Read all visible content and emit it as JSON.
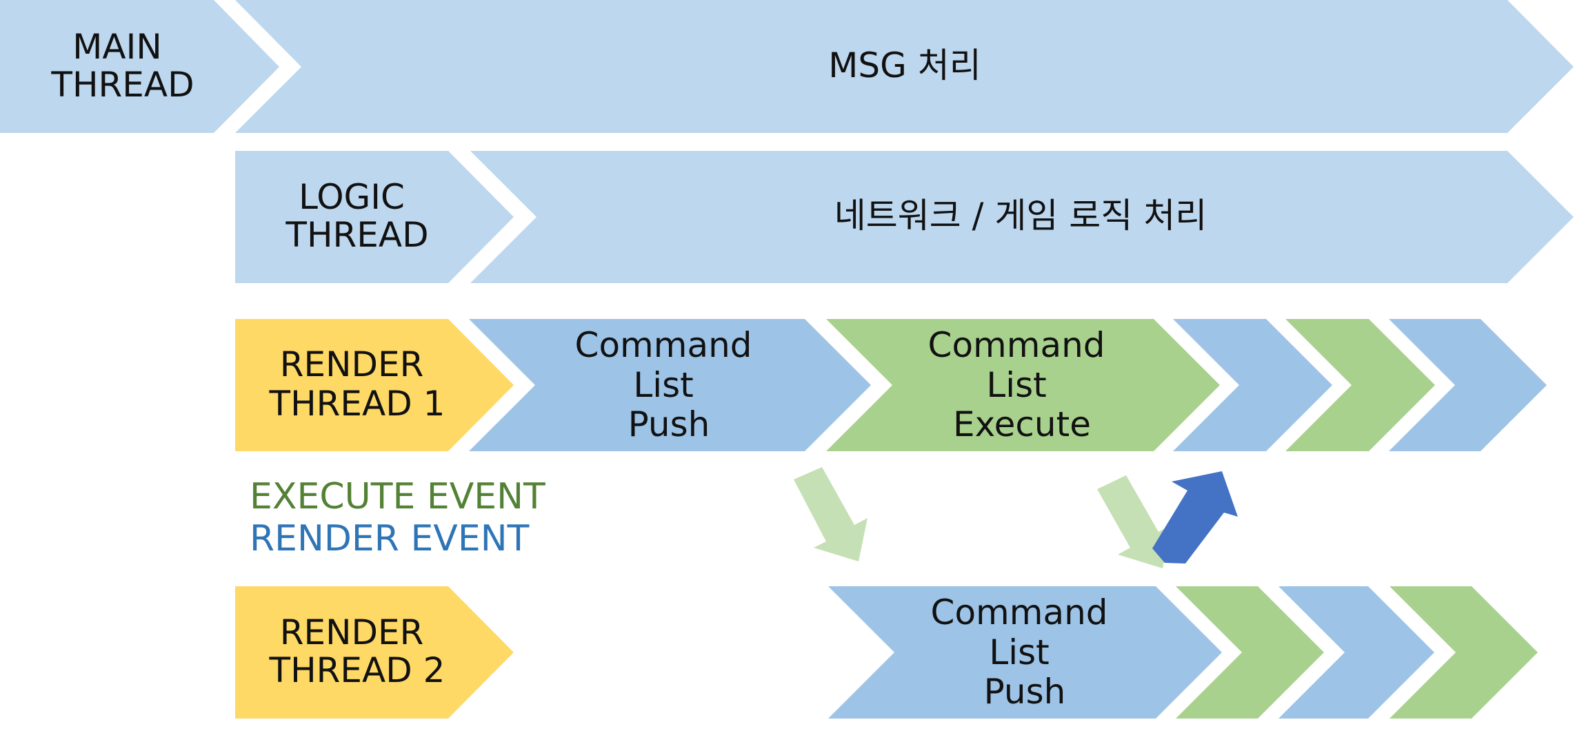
{
  "colors": {
    "thread_bar": "#bdd7ee",
    "render_header": "#ffd966",
    "render_task": "#9dc3e6",
    "execute_task": "#a9d18e",
    "execute_event_text": "#538135",
    "render_event_text": "#2e75b6",
    "execute_arrow": "#c5e0b4",
    "render_arrow": "#4472c4"
  },
  "main_thread": {
    "label_line1": "MAIN",
    "label_line2": "THREAD",
    "task": "MSG 처리"
  },
  "logic_thread": {
    "label_line1": "LOGIC",
    "label_line2": "THREAD",
    "task": "네트워크 / 게임 로직 처리"
  },
  "render_thread_1": {
    "label_line1": "RENDER",
    "label_line2": "THREAD 1",
    "push_task": [
      "Command",
      "List",
      "Push"
    ],
    "execute_task": [
      "Command",
      "List",
      "Execute"
    ]
  },
  "render_thread_2": {
    "label_line1": "RENDER",
    "label_line2": "THREAD 2",
    "push_task": [
      "Command",
      "List",
      "Push"
    ]
  },
  "legend": {
    "execute_event": "EXECUTE EVENT",
    "render_event": "RENDER EVENT"
  }
}
